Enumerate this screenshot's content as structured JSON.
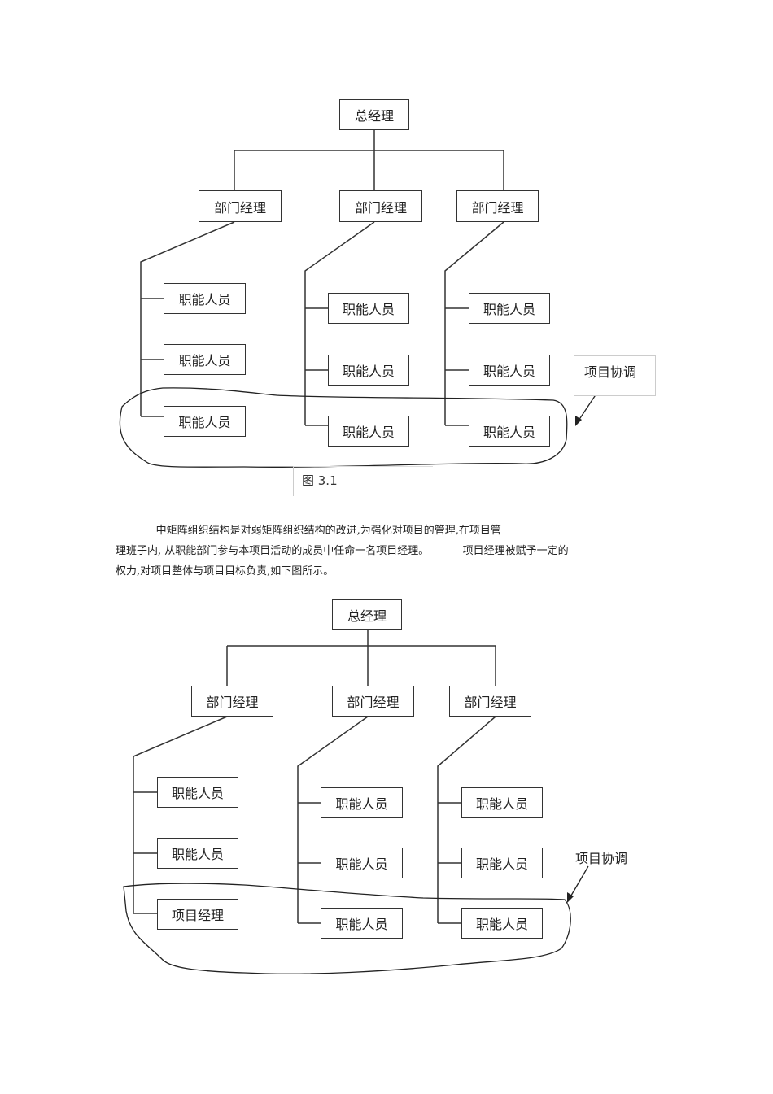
{
  "figure1": {
    "top": "总经理",
    "departments": [
      "部门经理",
      "部门经理",
      "部门经理"
    ],
    "staff": [
      [
        "职能人员",
        "职能人员",
        "职能人员"
      ],
      [
        "职能人员",
        "职能人员",
        "职能人员"
      ],
      [
        "职能人员",
        "职能人员",
        "职能人员"
      ]
    ],
    "coordination_label": "项目协调",
    "caption": "图 3.1"
  },
  "paragraph": {
    "lines": [
      "            中矩阵组织结构是对弱矩阵组织结构的改进,为强化对项目的管理,在项目管",
      "理班子内, 从职能部门参与本项目活动的成员中任命一名项目经理。          项目经理被赋予一定的",
      "权力,对项目整体与项目目标负责,如下图所示。"
    ]
  },
  "figure2": {
    "top": "总经理",
    "departments": [
      "部门经理",
      "部门经理",
      "部门经理"
    ],
    "staff": [
      [
        "职能人员",
        "职能人员",
        "项目经理"
      ],
      [
        "职能人员",
        "职能人员",
        "职能人员"
      ],
      [
        "职能人员",
        "职能人员",
        "职能人员"
      ]
    ],
    "coordination_label": "项目协调"
  }
}
